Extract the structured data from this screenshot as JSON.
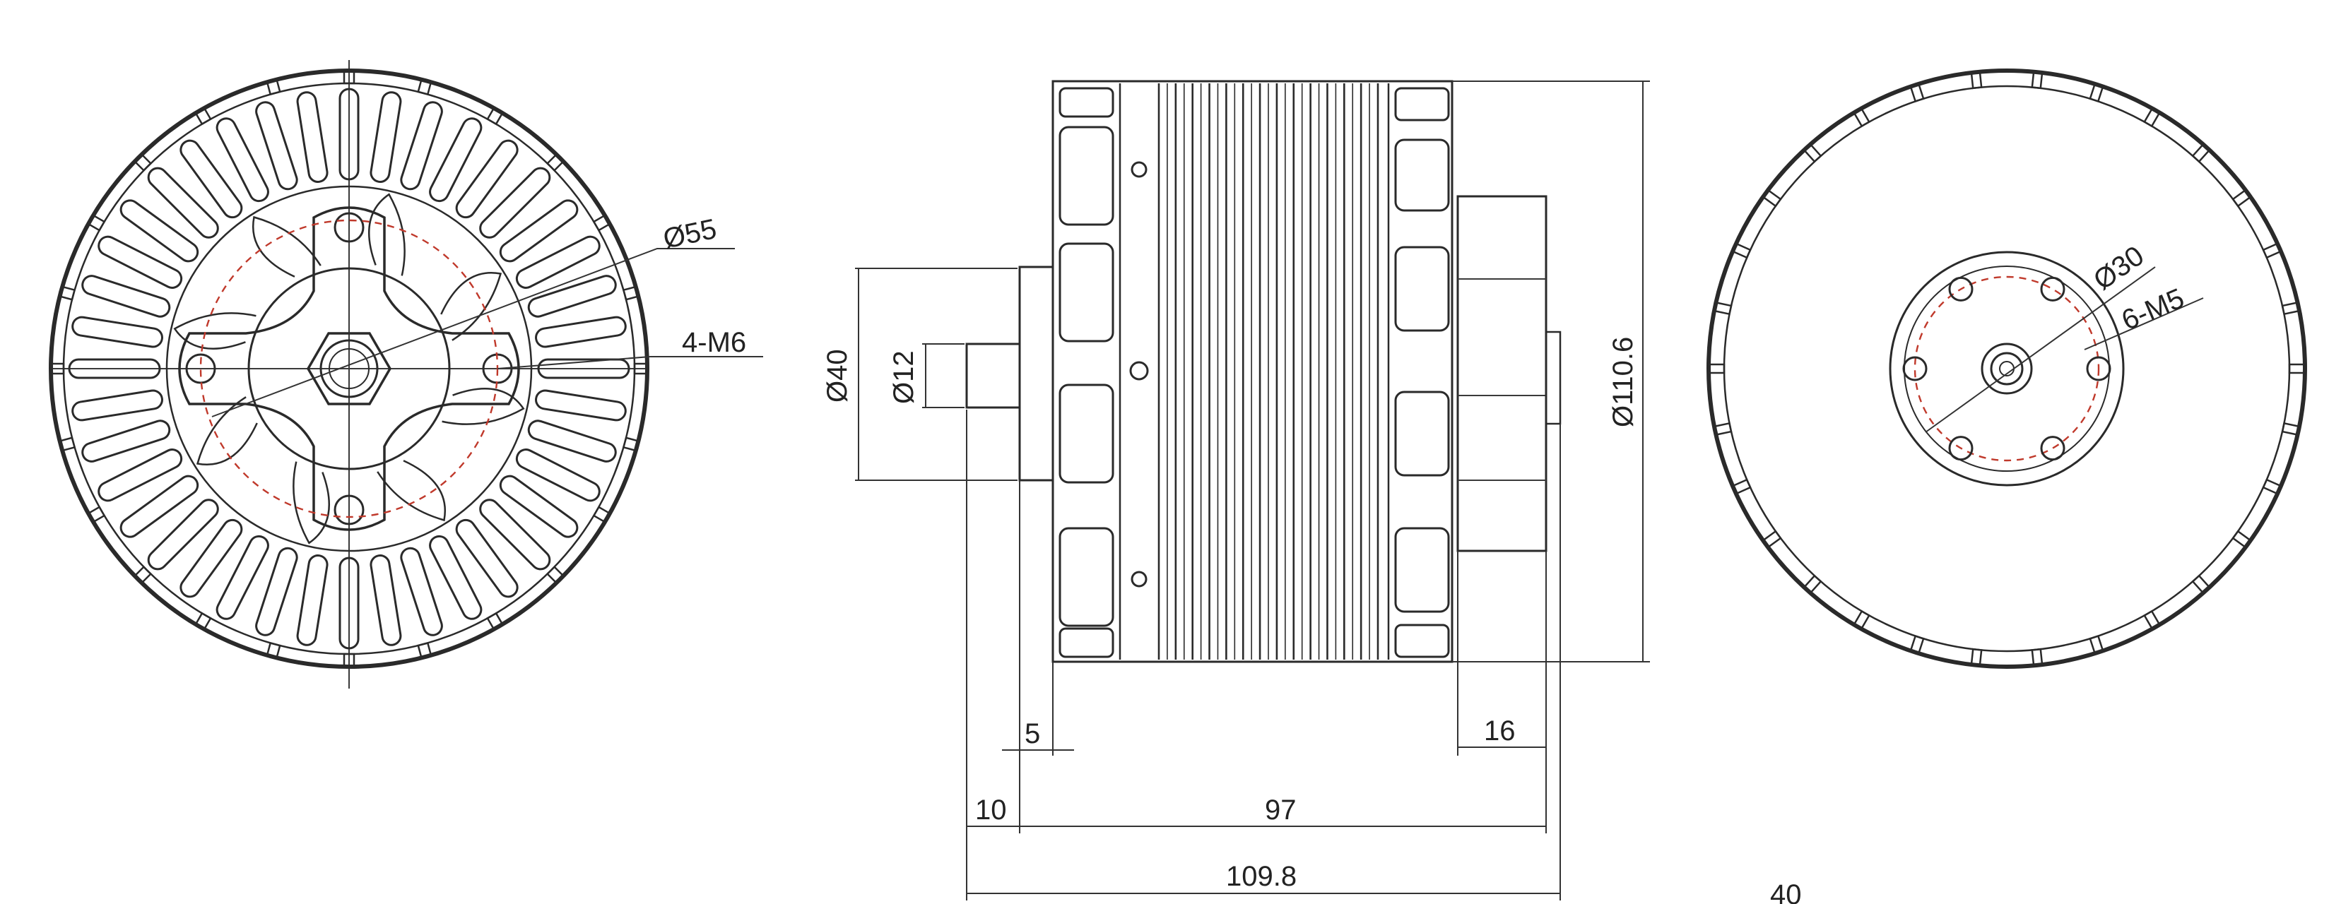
{
  "front_view": {
    "pcd_label": "Ø55",
    "holes_label": "4-M6"
  },
  "side_view": {
    "body_dia_label": "Ø40",
    "shaft_dia_label": "Ø12",
    "overall_dia_label": "Ø110.6",
    "dim_5": "5",
    "dim_16": "16",
    "dim_10": "10",
    "dim_97": "97",
    "dim_total": "109.8"
  },
  "rear_view": {
    "pcd_label": "Ø30",
    "holes_label": "6-M5",
    "corner_fragment": "40"
  },
  "colors": {
    "line": "#2a2a2a",
    "pcd_dashed": "#c0392b",
    "background": "#ffffff"
  }
}
